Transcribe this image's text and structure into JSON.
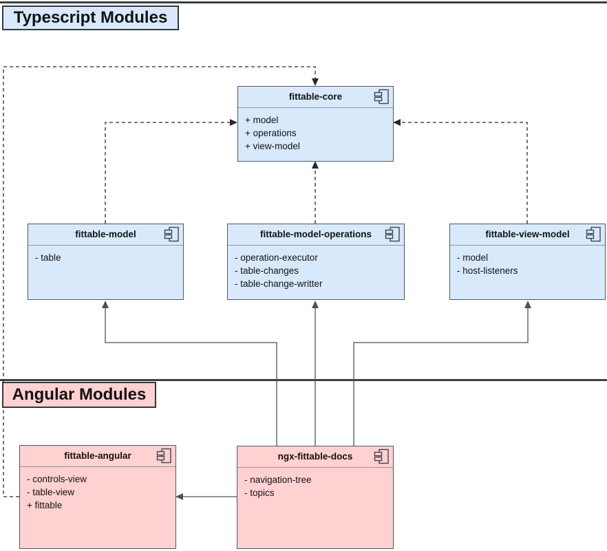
{
  "sections": [
    {
      "label": "Typescript Modules",
      "fill": "#d8e9fc"
    },
    {
      "label": "Angular Modules",
      "fill": "#ffd1d1"
    }
  ],
  "modules": [
    {
      "id": "fittable-core",
      "name": "fittable-core",
      "section": "typescript",
      "members": [
        "+ model",
        "+ operations",
        "+ view-model"
      ]
    },
    {
      "id": "fittable-model",
      "name": "fittable-model",
      "section": "typescript",
      "members": [
        "- table"
      ]
    },
    {
      "id": "fittable-model-operations",
      "name": "fittable-model-operations",
      "section": "typescript",
      "members": [
        "- operation-executor",
        "- table-changes",
        "- table-change-writter"
      ]
    },
    {
      "id": "fittable-view-model",
      "name": "fittable-view-model",
      "section": "typescript",
      "members": [
        "- model",
        "- host-listeners"
      ]
    },
    {
      "id": "fittable-angular",
      "name": "fittable-angular",
      "section": "angular",
      "members": [
        "- controls-view",
        "- table-view",
        "+ fittable"
      ]
    },
    {
      "id": "ngx-fittable-docs",
      "name": "ngx-fittable-docs",
      "section": "angular",
      "members": [
        "- navigation-tree",
        "- topics"
      ]
    }
  ],
  "edges": [
    {
      "from": "fittable-angular",
      "to": "fittable-core",
      "style": "dashed"
    },
    {
      "from": "fittable-model",
      "to": "fittable-core",
      "style": "dashed"
    },
    {
      "from": "fittable-model-operations",
      "to": "fittable-core",
      "style": "dashed"
    },
    {
      "from": "fittable-view-model",
      "to": "fittable-core",
      "style": "dashed"
    },
    {
      "from": "ngx-fittable-docs",
      "to": "fittable-model",
      "style": "solid"
    },
    {
      "from": "ngx-fittable-docs",
      "to": "fittable-model-operations",
      "style": "solid"
    },
    {
      "from": "ngx-fittable-docs",
      "to": "fittable-view-model",
      "style": "solid"
    },
    {
      "from": "ngx-fittable-docs",
      "to": "fittable-angular",
      "style": "solid"
    }
  ],
  "icons": {
    "component": "component-icon"
  },
  "colors": {
    "typescript_fill": "#d8e9fc",
    "angular_fill": "#ffd1d1",
    "box_border": "#4d5761",
    "solid_line": "#4b5157",
    "dashed_line": "#26282a",
    "section_rule": "#3c4043"
  }
}
